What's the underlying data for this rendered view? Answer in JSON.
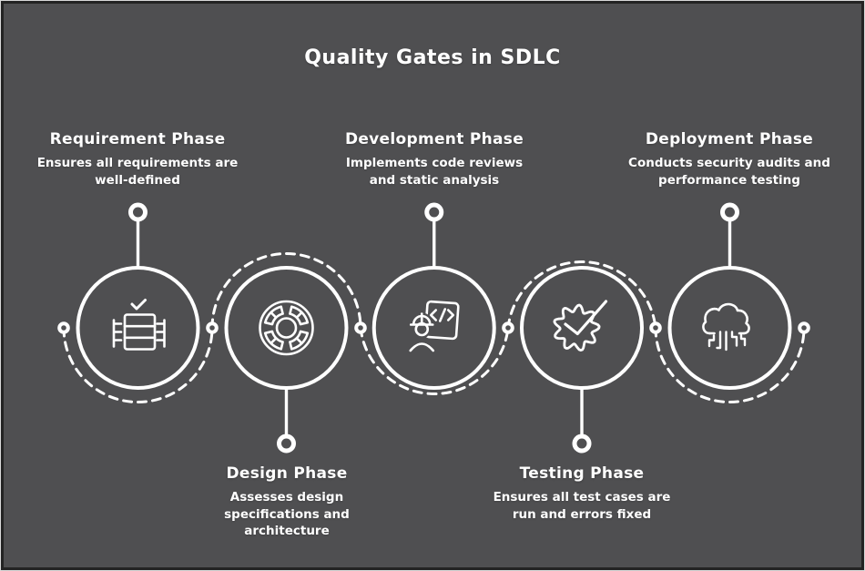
{
  "title": "Quality Gates in SDLC",
  "colors": {
    "background": "#4f4f51",
    "ink": "#ffffff",
    "frame": "#232323"
  },
  "phases": [
    {
      "id": "requirement",
      "name": "Requirement Phase",
      "description": "Ensures all requirements are\nwell-defined",
      "icon": "requirement-backlog-icon",
      "label_position": "top"
    },
    {
      "id": "design",
      "name": "Design Phase",
      "description": "Assesses design\nspecifications and\narchitecture",
      "icon": "design-wheel-icon",
      "label_position": "bottom"
    },
    {
      "id": "development",
      "name": "Development Phase",
      "description": "Implements code reviews\nand static analysis",
      "icon": "developer-code-icon",
      "label_position": "top"
    },
    {
      "id": "testing",
      "name": "Testing Phase",
      "description": "Ensures all test cases are\nrun and errors fixed",
      "icon": "testing-gear-check-icon",
      "label_position": "bottom"
    },
    {
      "id": "deployment",
      "name": "Deployment Phase",
      "description": "Conducts security audits and\nperformance testing",
      "icon": "deployment-cloud-icon",
      "label_position": "top"
    }
  ]
}
